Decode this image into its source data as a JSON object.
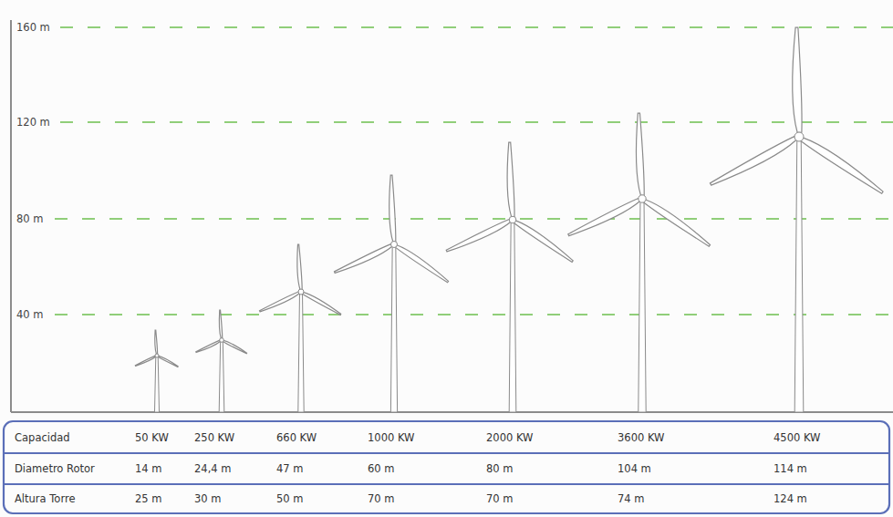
{
  "diagram": {
    "labels": [
      "160 m",
      "120 m",
      "80 m",
      "40 m",
      "Capacidad",
      "50 KW",
      "250 KW",
      "660 KW",
      "1000 KW",
      "2000 KW",
      "3600 KW",
      "4500 KW",
      "Diametro Rotor",
      "14 m",
      "24,4 m",
      "47 m",
      "60 m",
      "80 m",
      "104 m",
      "114 m",
      "Altura Torre",
      "25 m",
      "30 m",
      "50 m",
      "70 m",
      "70 m",
      "74 m",
      "124 m"
    ]
  }
}
